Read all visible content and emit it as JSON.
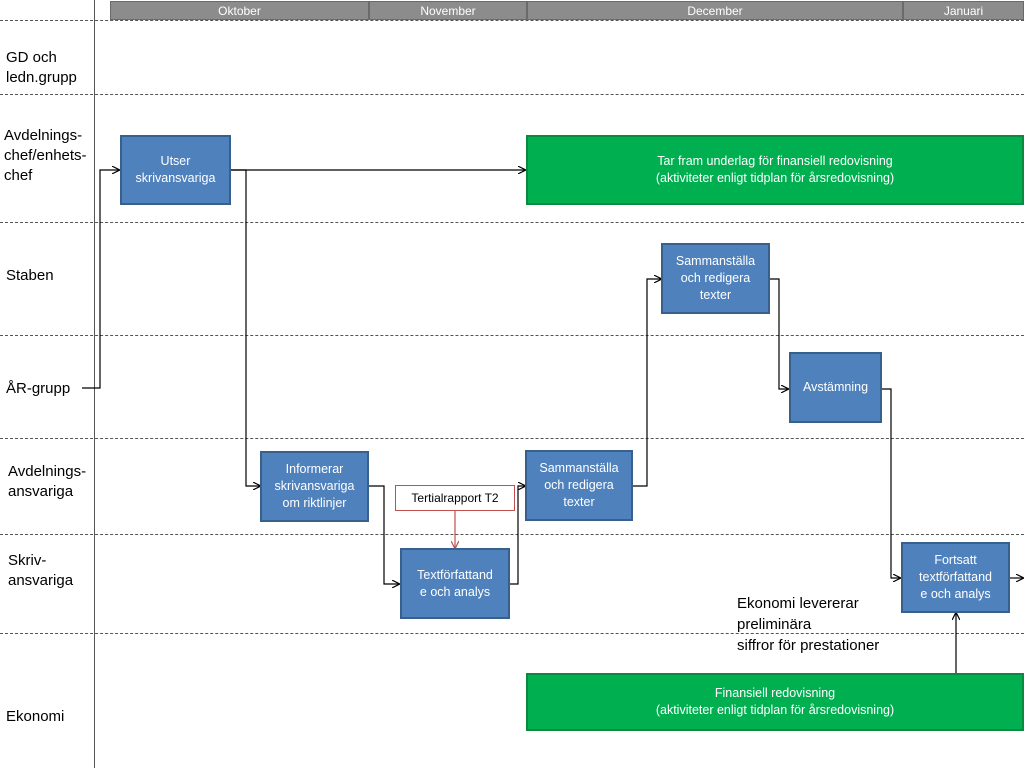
{
  "timeline": {
    "months": [
      "Oktober",
      "November",
      "December",
      "Januari"
    ]
  },
  "lanes": [
    "GD och\nledn.grupp",
    "Avdelnings-\nchef/enhets-\nchef",
    "Staben",
    "ÅR-grupp",
    "Avdelnings-\nansvariga",
    "Skriv-\nansvariga",
    "Ekonomi"
  ],
  "boxes": {
    "utser": "Utser\nskrivansvariga",
    "tar_fram": "Tar fram underlag  för finansiell redovisning\n(aktiviteter enligt tidplan för årsredovisning)",
    "samman_staben": "Sammanställa\noch redigera\ntexter",
    "avstamning": "Avstämning",
    "informerar": "Informerar\nskrivansvariga\nom riktlinjer",
    "tertial": "Tertialrapport T2",
    "samman_avd": "Sammanställa\noch redigera\ntexter",
    "textforfattande": "Textförfattand\ne och analys",
    "fortsatt": "Fortsatt\ntextförfattand\ne och analys",
    "finansiell": "Finansiell redovisning\n(aktiviteter enligt tidplan för årsredovisning)"
  },
  "note": "Ekonomi levererar\npreliminära\nsiffror för prestationer",
  "colors": {
    "month_bar": "#8c8c8c",
    "activity_blue": "#4f81bd",
    "activity_green": "#00b050",
    "milestone_border": "#c0504d"
  }
}
